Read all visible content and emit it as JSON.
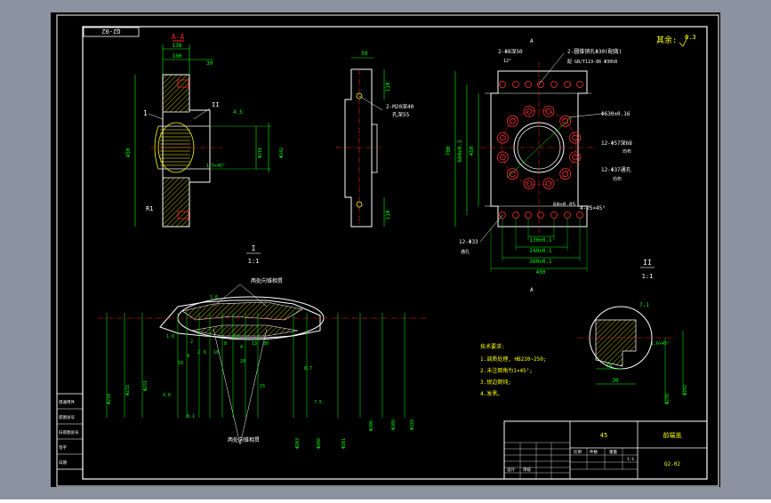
{
  "drawing_no_box": "Q2-02",
  "section_mark": "A-A",
  "roughness_note": "其余:",
  "roughness_value": "6.3",
  "left_view": {
    "dims": [
      "138",
      "100",
      "30",
      "1",
      "II",
      "450",
      "R1",
      "4.5",
      "1.5×45°",
      "Φ210",
      "Φ242"
    ]
  },
  "middle_view": {
    "dims": [
      "50",
      "110",
      "110",
      "2-M20深40",
      "孔深55"
    ]
  },
  "right_view": {
    "callouts": [
      "2-Φ8深50",
      "12°",
      "2-圆锥销孔Φ30(配做)",
      "配 GB/T119-86 Φ30h8",
      "Φ630±0.16",
      "12-Φ57深68",
      "均布",
      "12-Φ37通孔",
      "均布",
      "4-25×45°",
      "60±0.05",
      "12-Φ33",
      "通孔"
    ],
    "dims": [
      "700",
      "600±0.2",
      "450",
      "130±0.1",
      "240±0.1",
      "380±0.1",
      "450"
    ]
  },
  "detail_I": {
    "label": "I",
    "scale": "1:1",
    "note_top": "两处向锥相贯",
    "note_bottom": "两处向锥相贯",
    "dims": [
      "1.6",
      "1.6",
      "2",
      "10",
      "4",
      "2",
      "10",
      "8",
      "6",
      "4",
      "13",
      "12",
      "20",
      "30",
      "8.7",
      "15",
      "9.6",
      "8.1",
      "7.5",
      "Φ210",
      "Φ232",
      "Φ231",
      "Φ206",
      "Φ201",
      "Φ205",
      "Φ229",
      "Φ203",
      "Φ208"
    ]
  },
  "detail_II": {
    "label": "II",
    "scale": "1:1",
    "dims": [
      "7.1",
      "1.6×45°",
      "16",
      "30",
      "Φ239",
      "Φ242"
    ]
  },
  "tech_req": {
    "title": "技术要求:",
    "items": [
      "1.调质处理, HB220~250;",
      "2.未注倒角为1×45°;",
      "3.锐边倒钝;",
      "4.发黑。"
    ]
  },
  "title_block": {
    "part_name": "前端盖",
    "material": "45",
    "drawing_no": "Q2-02",
    "label_design": "设计",
    "label_check": "审核",
    "label_scale": "比例",
    "scale_value": "1:1",
    "label_weight": "重量",
    "label_qty": "件数"
  },
  "left_side_table": [
    "借通用件",
    "底图总号",
    "旧底图总号",
    "签字",
    "日期"
  ],
  "colors": {
    "background": "#000000",
    "frame_outer": "#8c93a0",
    "line_white": "#ffffff",
    "dim_green": "#00ff00",
    "center_red": "#ff2020",
    "hole_red": "#ff3333",
    "hatch_yellow": "#ffff00",
    "title_red": "#ff2020",
    "dim_cyan": "#00ffff"
  }
}
